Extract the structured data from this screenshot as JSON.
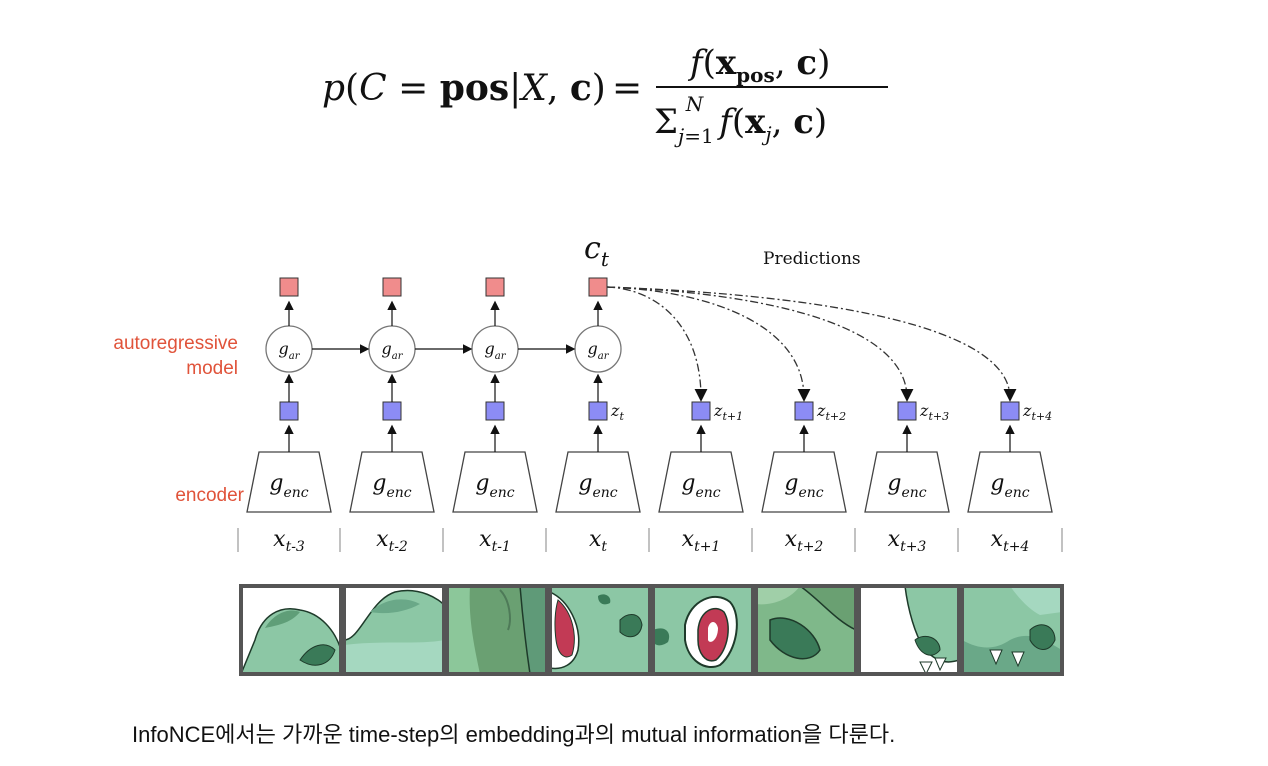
{
  "formula": {
    "lhs": "p(C = pos|X, c)",
    "equals": "=",
    "numerator": "f(x_pos, c)",
    "denominator": "Σ_{j=1}^{N} f(x_j, c)"
  },
  "diagram": {
    "context_label": "c_t",
    "predictions_label": "Predictions",
    "autoregressive_label_1": "autoregressive",
    "autoregressive_label_2": "model",
    "encoder_label": "encoder",
    "gar_label": "g_ar",
    "genc_label": "g_enc",
    "z_labels": [
      "z_t",
      "z_t+1",
      "z_t+2",
      "z_t+3",
      "z_t+4"
    ],
    "x_labels": [
      "x_t-3",
      "x_t-2",
      "x_t-1",
      "x_t",
      "x_t+1",
      "x_t+2",
      "x_t+3",
      "x_t+4"
    ],
    "colors": {
      "context_box": "#f08c8c",
      "z_box": "#8c8cf5",
      "label_red": "#e0533a",
      "patch_green": "#8cc7a5",
      "patch_dark": "#3a7a58",
      "patch_red": "#c23a55"
    }
  },
  "caption": "InfoNCE에서는 가까운 time-step의 embedding과의 mutual information을 다룬다."
}
